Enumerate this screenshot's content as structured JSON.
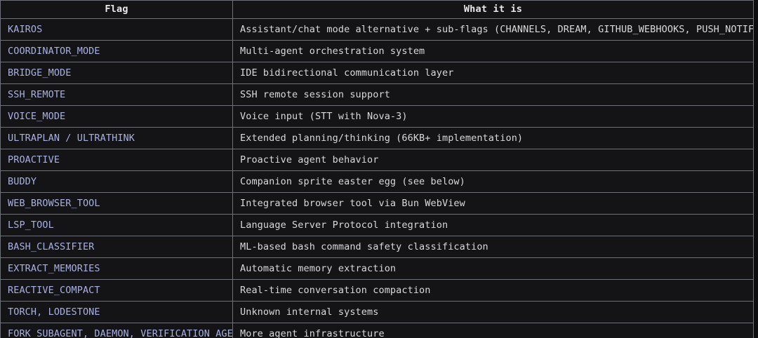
{
  "table": {
    "name": "feature-flags-table",
    "columns": [
      {
        "key": "flag",
        "label": "Flag"
      },
      {
        "key": "desc",
        "label": "What it is"
      }
    ],
    "colors": {
      "page_background": "#0d0d0f",
      "cell_background": "#141417",
      "border": "#6f7178",
      "flag_text": "#a9b0e2",
      "description_text": "#d9d9db",
      "header_text": "#e9e9ec"
    },
    "rows": [
      {
        "flag": "KAIROS",
        "desc": "Assistant/chat mode alternative + sub-flags (CHANNELS, DREAM, GITHUB_WEBHOOKS, PUSH_NOTIFICATION)"
      },
      {
        "flag": "COORDINATOR_MODE",
        "desc": "Multi-agent orchestration system"
      },
      {
        "flag": "BRIDGE_MODE",
        "desc": "IDE bidirectional communication layer"
      },
      {
        "flag": "SSH_REMOTE",
        "desc": "SSH remote session support"
      },
      {
        "flag": "VOICE_MODE",
        "desc": "Voice input (STT with Nova-3)"
      },
      {
        "flag": "ULTRAPLAN / ULTRATHINK",
        "desc": "Extended planning/thinking (66KB+ implementation)"
      },
      {
        "flag": "PROACTIVE",
        "desc": "Proactive agent behavior"
      },
      {
        "flag": "BUDDY",
        "desc": "Companion sprite easter egg (see below)"
      },
      {
        "flag": "WEB_BROWSER_TOOL",
        "desc": "Integrated browser tool via Bun WebView"
      },
      {
        "flag": "LSP_TOOL",
        "desc": "Language Server Protocol integration"
      },
      {
        "flag": "BASH_CLASSIFIER",
        "desc": "ML-based bash command safety classification"
      },
      {
        "flag": "EXTRACT_MEMORIES",
        "desc": "Automatic memory extraction"
      },
      {
        "flag": "REACTIVE_COMPACT",
        "desc": "Real-time conversation compaction"
      },
      {
        "flag": "TORCH, LODESTONE",
        "desc": "Unknown internal systems"
      },
      {
        "flag": "FORK_SUBAGENT, DAEMON, VERIFICATION_AGENT",
        "desc": "More agent infrastructure"
      }
    ]
  }
}
